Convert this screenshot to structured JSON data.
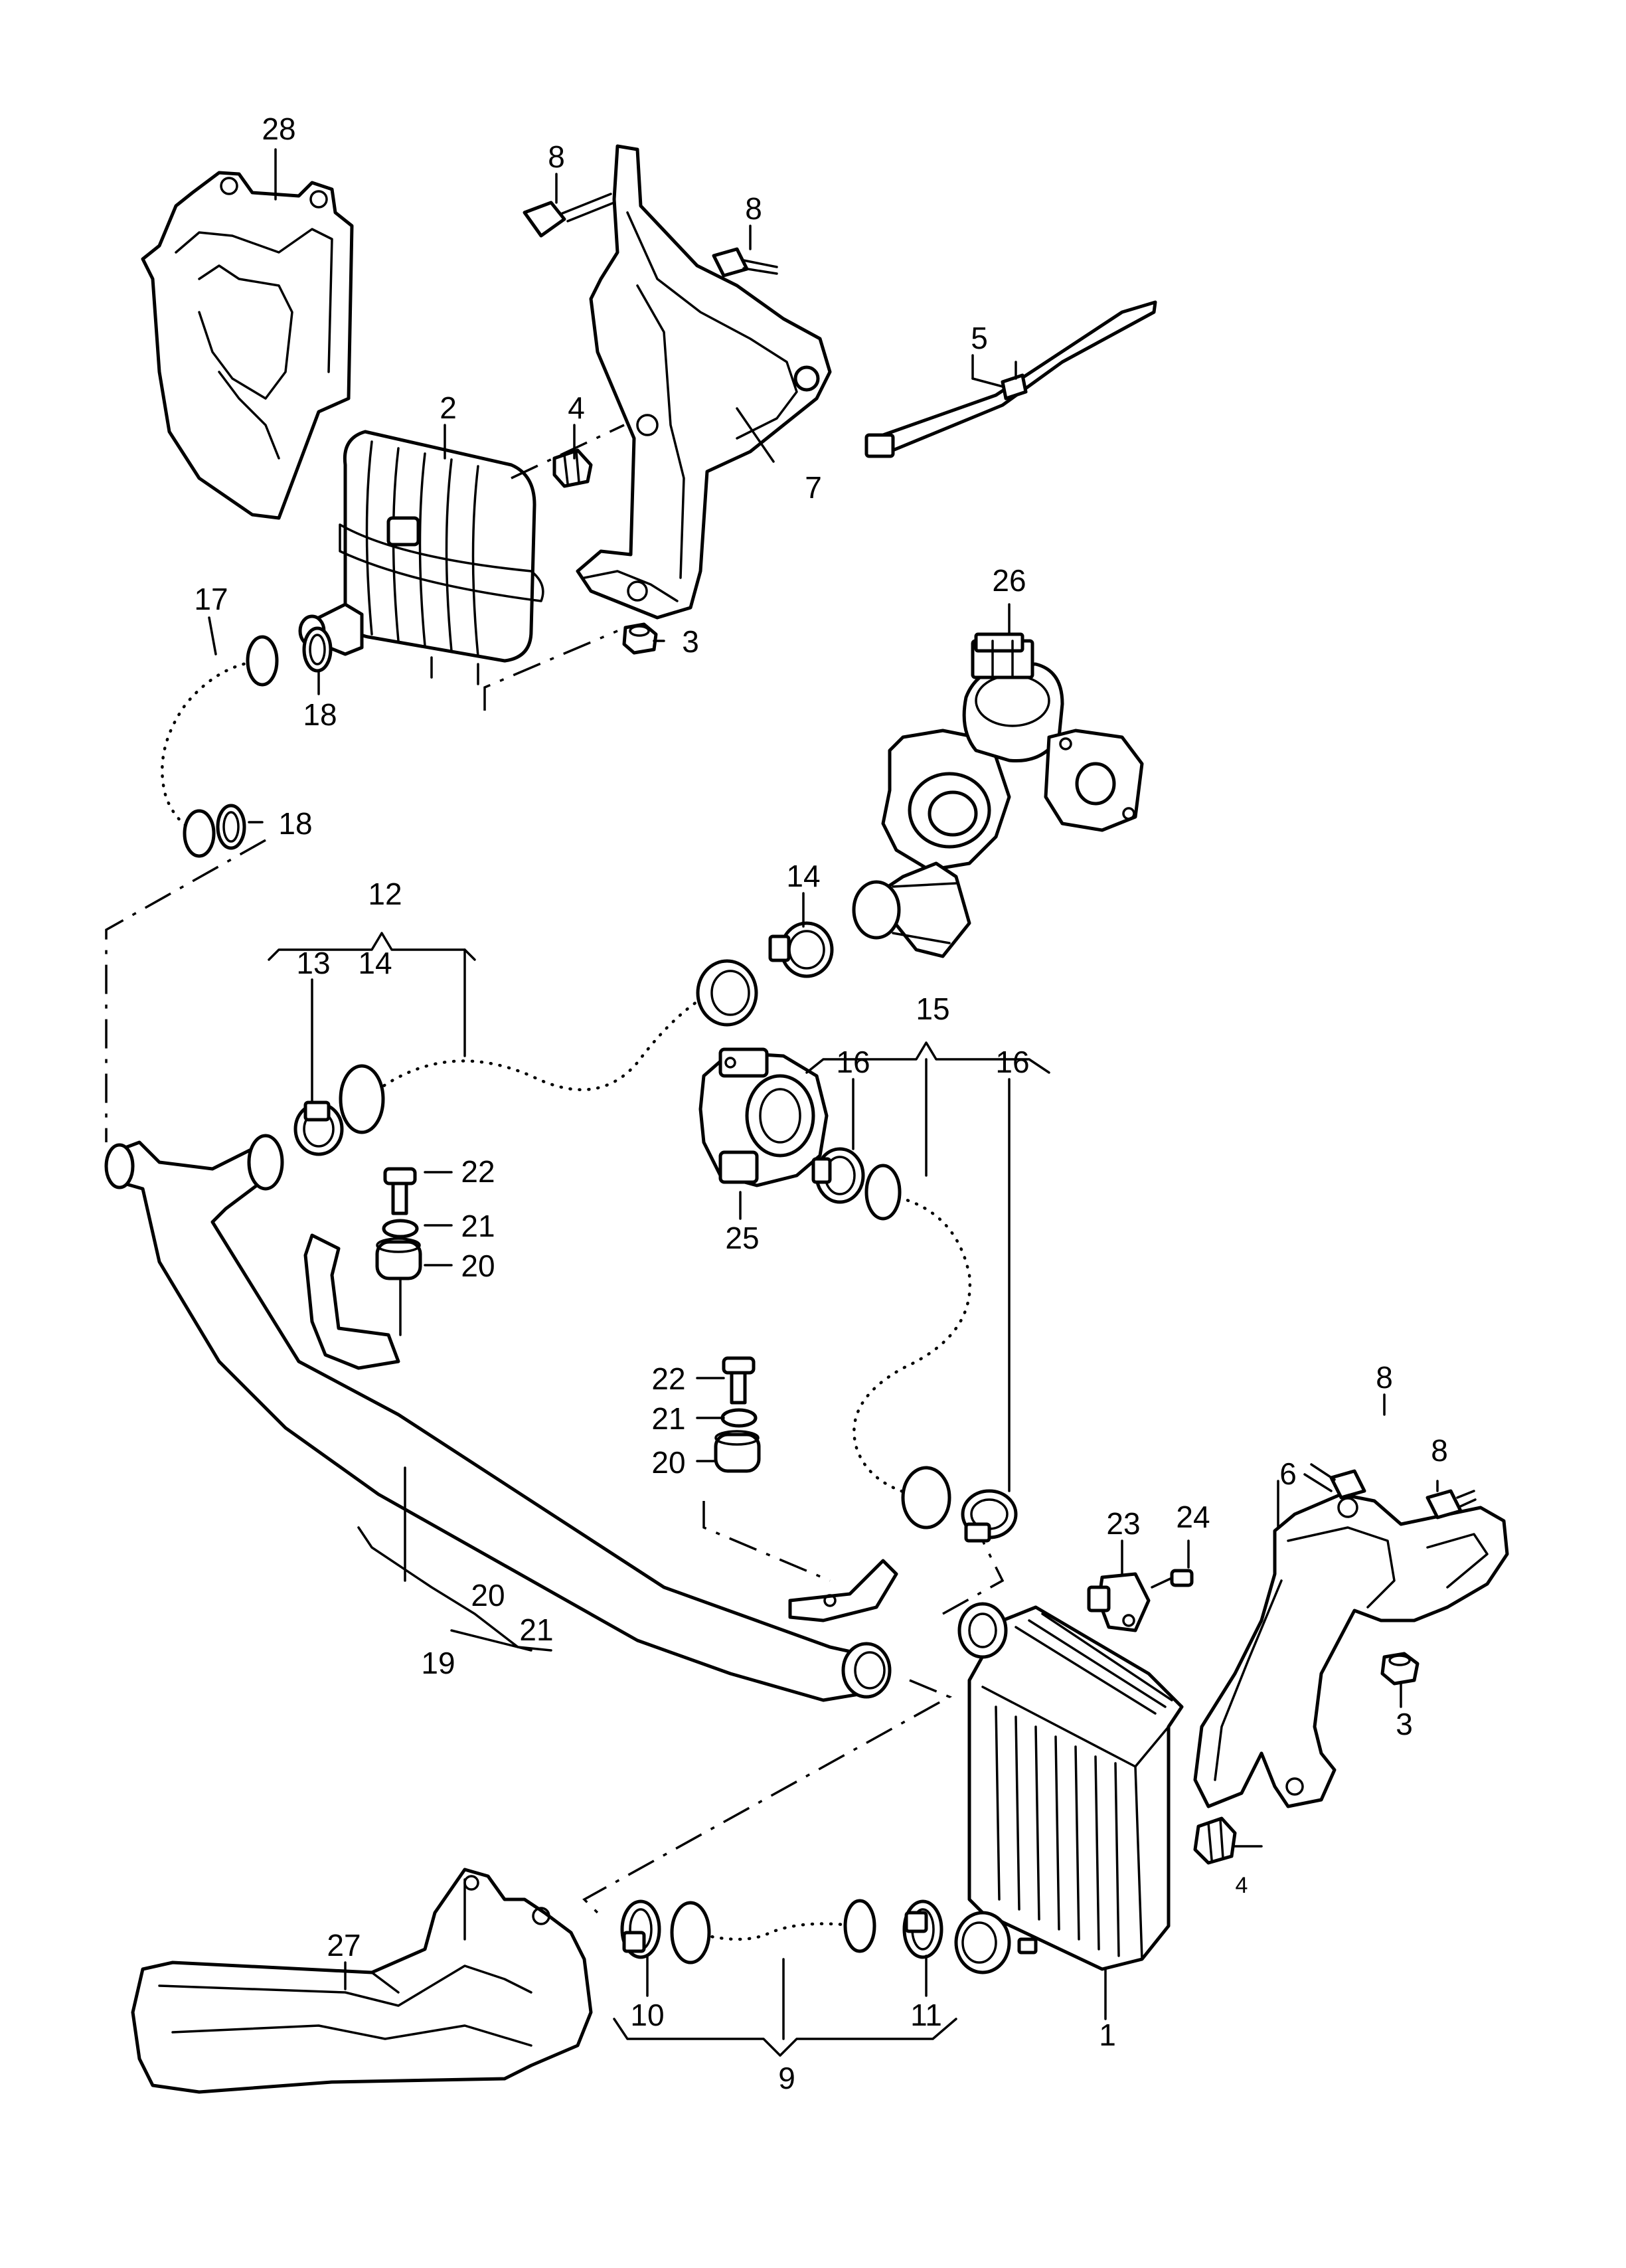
{
  "callouts": {
    "c28": "28",
    "c8a": "8",
    "c8b": "8",
    "c5": "5",
    "c2": "2",
    "c4a": "4",
    "c7": "7",
    "c3a": "3",
    "c17": "17",
    "c18a": "18",
    "c18b": "18",
    "c26": "26",
    "c12": "12",
    "c13": "13",
    "c14a": "14",
    "c14b": "14",
    "c15": "15",
    "c16a": "16",
    "c16b": "16",
    "c22a": "22",
    "c21a": "21",
    "c20a": "20",
    "c25": "25",
    "c22b": "22",
    "c21b": "21",
    "c20b": "20",
    "c19": "19",
    "c20c": "20",
    "c21c": "21",
    "c23": "23",
    "c24": "24",
    "c6": "6",
    "c8c": "8",
    "c8d": "8",
    "c3b": "3",
    "c4b": "4",
    "c27": "27",
    "c10": "10",
    "c11": "11",
    "c9": "9",
    "c1": "1"
  },
  "colors": {
    "line": "#000000",
    "background": "#ffffff"
  }
}
